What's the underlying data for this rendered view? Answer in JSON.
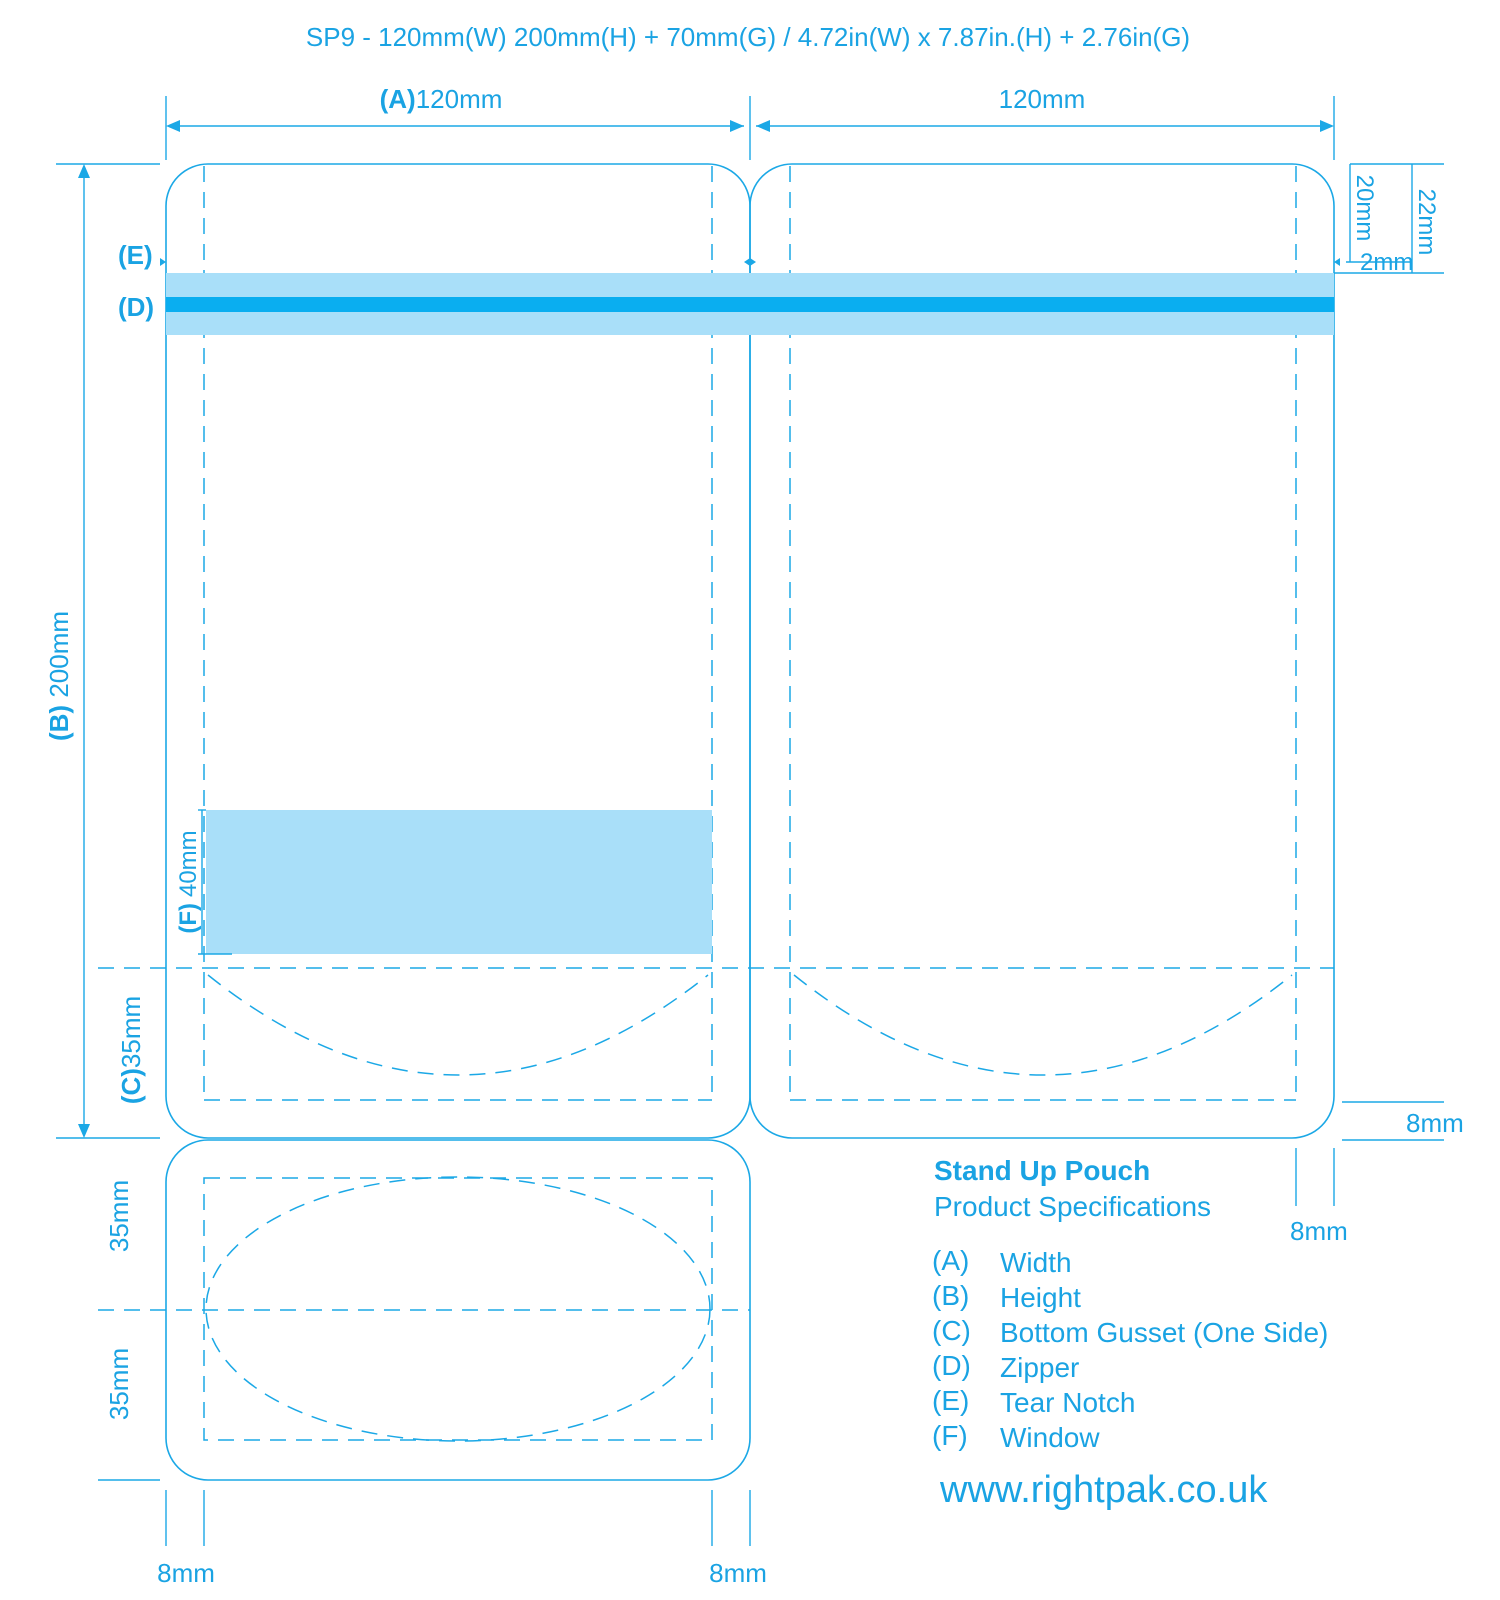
{
  "title": "SP9 - 120mm(W) 200mm(H) + 70mm(G) / 4.72in(W) x 7.87in.(H) + 2.76in(G)",
  "dimensions": {
    "width_front_letter": "(A)",
    "width_front_value": "120mm",
    "width_back": "120mm",
    "height_letter": "(B)",
    "height_value": " 200mm",
    "gusset_letter": "(C)",
    "gusset_value": "35mm",
    "zipper_offset": "20mm",
    "tear_notch_gap": "2mm",
    "total_top": "22mm",
    "window_letter": "(F)",
    "window_height": "40mm",
    "seal_right": "8mm",
    "seal_right_lower": "8mm",
    "gusset_top_half": "35mm",
    "gusset_bottom_half": "35mm",
    "seal_bottom_left": "8mm",
    "seal_bottom_right": "8mm"
  },
  "markers": {
    "tear_notch": "(E)",
    "zipper": "(D)"
  },
  "legend": {
    "title": "Stand Up Pouch",
    "subtitle": "Product Specifications",
    "items": [
      {
        "key": "(A)",
        "label": "Width"
      },
      {
        "key": "(B)",
        "label": "Height"
      },
      {
        "key": "(C)",
        "label": "Bottom Gusset (One Side)"
      },
      {
        "key": "(D)",
        "label": "Zipper"
      },
      {
        "key": "(E)",
        "label": "Tear Notch"
      },
      {
        "key": "(F)",
        "label": "Window"
      }
    ]
  },
  "website": "www.rightpak.co.uk",
  "colors": {
    "line": "#1ba8e6",
    "text": "#1aa3e3",
    "zipper_band": "#a9dff9",
    "zipper_line": "#0aaef0",
    "window_fill": "#a9dff9"
  }
}
